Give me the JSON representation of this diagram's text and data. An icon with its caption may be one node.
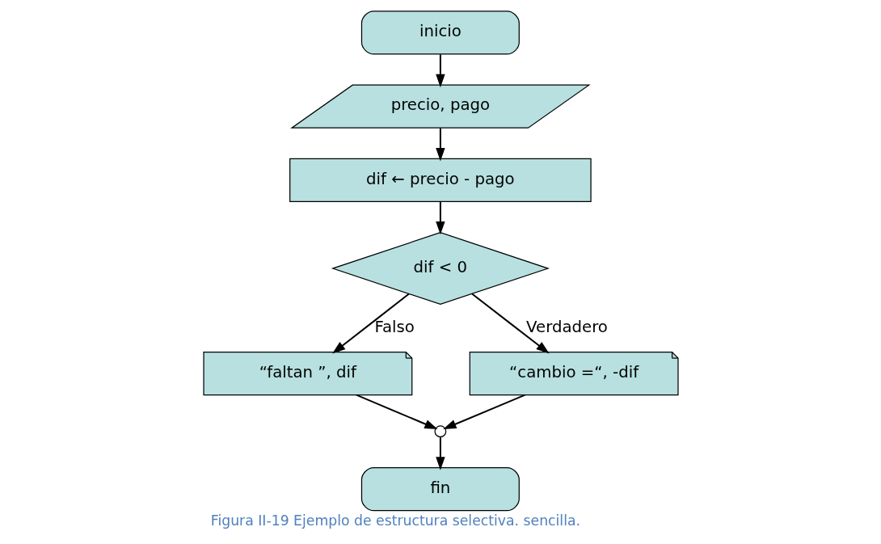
{
  "diagram": {
    "caption": "Figura II-19 Ejemplo de estructura selectiva. sencilla.",
    "nodes": [
      {
        "text": [
          "inicio"
        ]
      },
      {
        "text": [
          "precio, pago"
        ]
      },
      {
        "text": [
          "dif ← precio - pago"
        ]
      },
      {
        "text": [
          "dif < 0"
        ]
      },
      {
        "text": [
          "“faltan ”, dif"
        ]
      },
      {
        "text": [
          "“cambio =“, -dif"
        ]
      },
      {
        "text": [],
        "shape": "circle"
      },
      {
        "text": [
          "fin"
        ]
      }
    ],
    "edges": [
      {
        "from": 0,
        "to": 1,
        "arrow": "to"
      },
      {
        "from": 1,
        "to": 2,
        "arrow": "to"
      },
      {
        "from": 2,
        "to": 3,
        "arrow": "to"
      },
      {
        "from": 3,
        "to": 4,
        "arrow": "to",
        "label": "Falso"
      },
      {
        "from": 3,
        "to": 5,
        "arrow": "to",
        "label": "Verdadero"
      },
      {
        "from": 4,
        "to": 6,
        "arrow": "to"
      },
      {
        "from": 5,
        "to": 6,
        "arrow": "to"
      },
      {
        "from": 6,
        "to": 7,
        "arrow": "to"
      }
    ]
  }
}
